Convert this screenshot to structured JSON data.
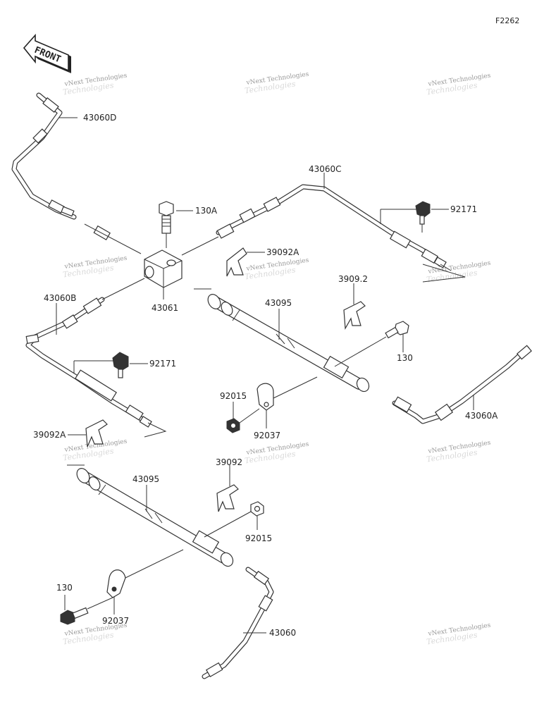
{
  "figure_id": "F2262",
  "front_label": "FRONT",
  "watermark": {
    "primary": "vNext Technologies",
    "secondary": "Technologies"
  },
  "labels": {
    "p43060D": "43060D",
    "p43060C": "43060C",
    "p130A": "130A",
    "p92171_top": "92171",
    "p39092A_top": "39092A",
    "p43061": "43061",
    "p43060B": "43060B",
    "p43095_top": "43095",
    "p39092_top": "3909.2",
    "p130_right": "130",
    "p92171_mid": "92171",
    "p92015_mid": "92015",
    "p92037_mid": "92037",
    "p43060A": "43060A",
    "p39092A_left": "39092A",
    "p39092_mid": "39092",
    "p43095_bottom": "43095",
    "p92015_bottom": "92015",
    "p130_bottom": "130",
    "p92037_bottom": "92037",
    "p43060_bottom": "43060"
  }
}
